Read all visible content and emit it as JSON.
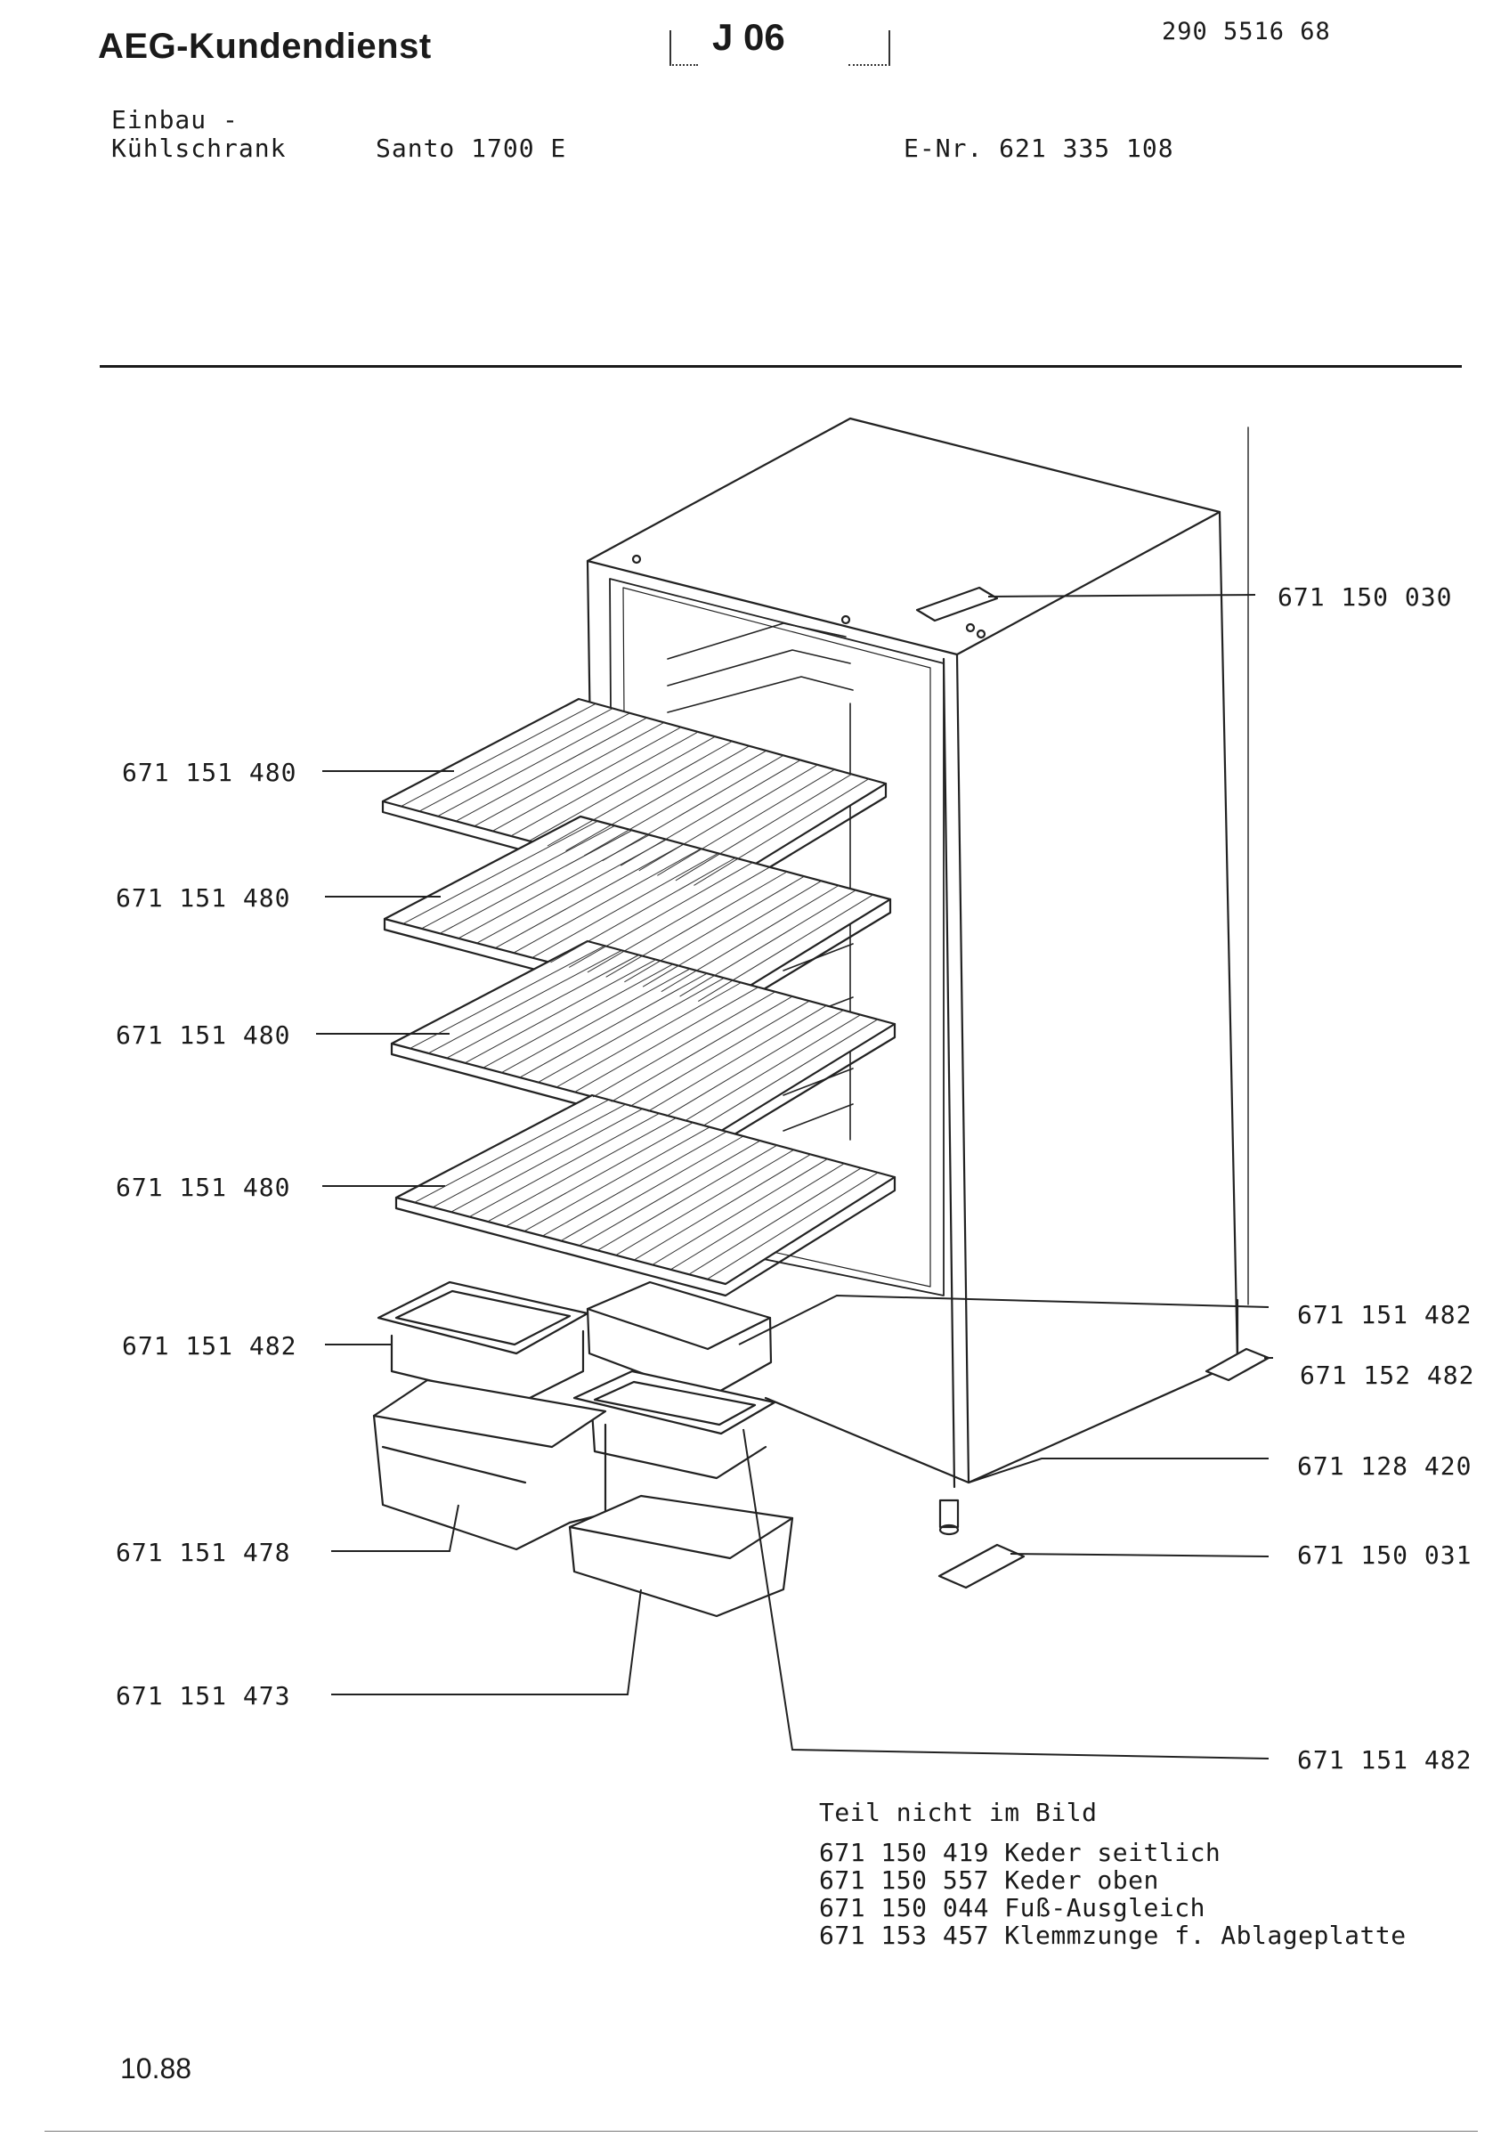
{
  "header": {
    "brand": "AEG-Kundendienst",
    "sheet_code": "J 06",
    "doc_number": "290 5516 68"
  },
  "device": {
    "type_line1": "Einbau -",
    "type_line2": "Kühlschrank",
    "model": "Santo 1700 E",
    "e_number": "E-Nr. 621 335 108"
  },
  "callouts_left": [
    {
      "part": "671 151 480"
    },
    {
      "part": "671 151 480"
    },
    {
      "part": "671 151 480"
    },
    {
      "part": "671 151 480"
    },
    {
      "part": "671 151 482"
    },
    {
      "part": "671 151 478"
    },
    {
      "part": "671 151 473"
    }
  ],
  "callouts_right": [
    {
      "part": "671 150 030"
    },
    {
      "part": "671 151 482"
    },
    {
      "part": "671 152 482"
    },
    {
      "part": "671 128 420"
    },
    {
      "part": "671 150 031"
    },
    {
      "part": "671 151 482"
    }
  ],
  "notes": {
    "heading": "Teil nicht im Bild",
    "items": [
      "671 150 419 Keder seitlich",
      "671 150 557 Keder oben",
      "671 150 044 Fuß-Ausgleich",
      "671 153 457 Klemmzunge f. Ablageplatte"
    ]
  },
  "footer": {
    "date": "10.88"
  }
}
